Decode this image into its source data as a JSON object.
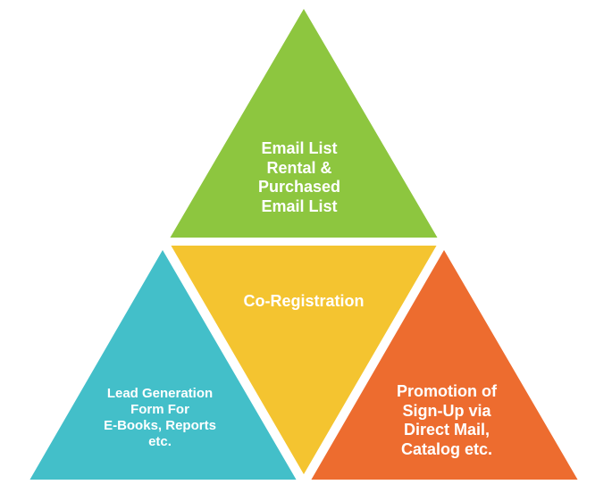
{
  "colors": {
    "top": "#8dc63f",
    "middle": "#f4c430",
    "left": "#43bfc9",
    "right": "#ed6c2f",
    "border": "#ffffff"
  },
  "segments": {
    "top": {
      "label": "Email List\nRental &\nPurchased\n Email List"
    },
    "middle": {
      "label": "Co-Registration"
    },
    "left": {
      "label": "Lead Generation\nForm For\nE-Books, Reports\netc."
    },
    "right": {
      "label": "Promotion of\nSign-Up via\nDirect Mail,\nCatalog etc."
    }
  }
}
